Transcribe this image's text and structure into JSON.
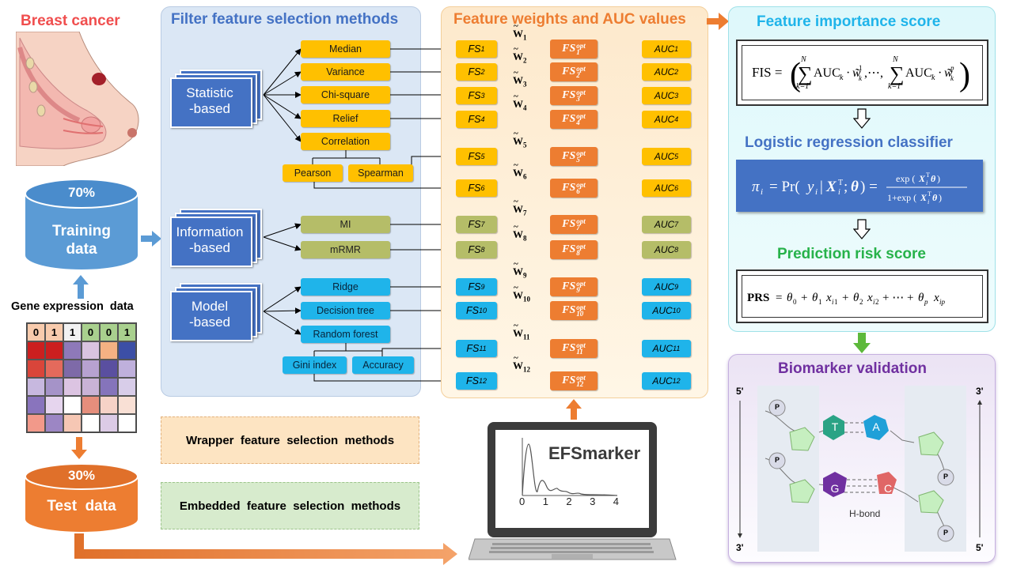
{
  "left": {
    "breast_title": "Breast cancer",
    "training_pct": "70%",
    "training_label": "Training data",
    "gene_label": "Gene expression  data",
    "gene_header": [
      "0",
      "1",
      "1",
      "0",
      "0",
      "1"
    ],
    "test_pct": "30%",
    "test_label": "Test  data"
  },
  "filter": {
    "title": "Filter feature selection methods",
    "groups": [
      "Statistic\n-based",
      "Information\n-based",
      "Model\n-based"
    ],
    "methods": [
      "Median",
      "Variance",
      "Chi-square",
      "Relief",
      "Correlation",
      "Pearson",
      "Spearman",
      "MI",
      "mRMR",
      "Ridge",
      "Decision tree",
      "Random forest",
      "Gini index",
      "Accuracy"
    ]
  },
  "wrapper_label": "Wrapper  feature  selection  methods",
  "embedded_label": "Embedded  feature  selection  methods",
  "weights": {
    "title": "Feature weights and AUC values",
    "fs": [
      "FS",
      "FS",
      "FS",
      "FS",
      "FS",
      "FS",
      "FS",
      "FS",
      "FS",
      "FS",
      "FS",
      "FS"
    ],
    "sub": [
      "1",
      "2",
      "3",
      "4",
      "5",
      "6",
      "7",
      "8",
      "9",
      "10",
      "11",
      "12"
    ],
    "w": "W",
    "opt_sup": "opt",
    "auc": "AUC"
  },
  "laptop": {
    "name": "EFSmarker",
    "ticks": [
      "0",
      "1",
      "2",
      "3",
      "4"
    ]
  },
  "right": {
    "fis_title": "Feature importance score",
    "lr_title": "Logistic regression classifier",
    "prs_title": "Prediction risk score",
    "bio_title": "Biomarker validation",
    "dna": {
      "five_top": "5'",
      "three_top": "3'",
      "three_bottom": "3'",
      "five_bottom": "5'",
      "bases": [
        "T",
        "A",
        "G",
        "C"
      ],
      "p": "P",
      "hbond": "H-bond"
    }
  },
  "colors": {
    "filter_panel": "#dbe7f5",
    "weights_panel": "#fdefd8",
    "right_panel": "#e2fafc",
    "bio_panel": "#f1ecf7",
    "yellow": "#ffc000",
    "olive": "#b5bd68",
    "blue": "#1fb4ea",
    "orange": "#ed7d31",
    "navy": "#4472c4"
  }
}
